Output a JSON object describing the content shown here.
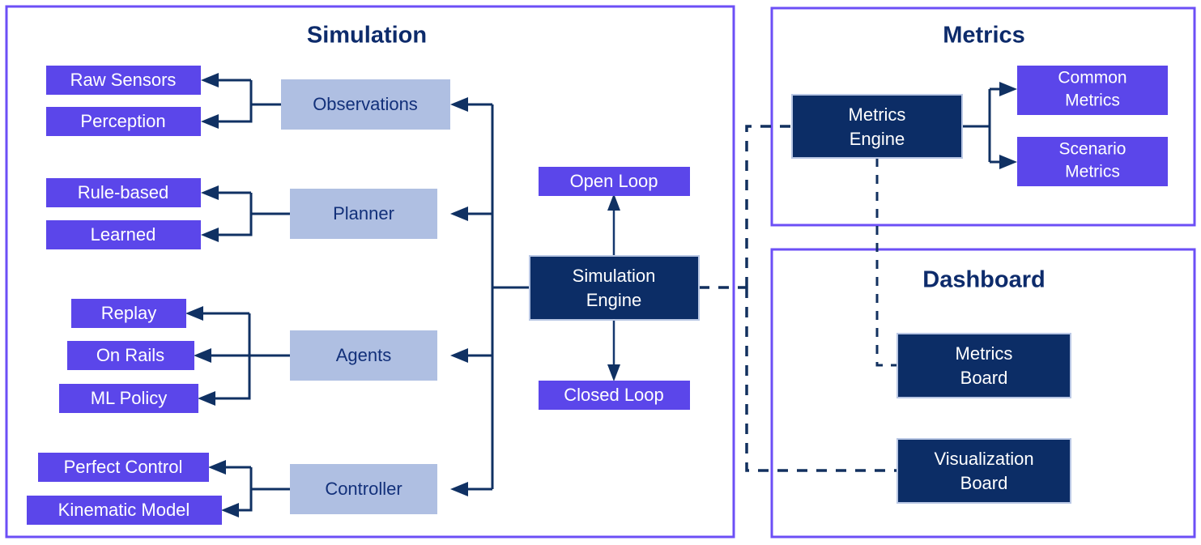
{
  "panels": {
    "simulation": {
      "title": "Simulation"
    },
    "metrics": {
      "title": "Metrics"
    },
    "dashboard": {
      "title": "Dashboard"
    }
  },
  "simulation": {
    "stages": [
      {
        "name": "observations",
        "label": "Observations",
        "options": [
          {
            "name": "raw-sensors",
            "label": "Raw Sensors"
          },
          {
            "name": "perception",
            "label": "Perception"
          }
        ]
      },
      {
        "name": "planner",
        "label": "Planner",
        "options": [
          {
            "name": "rule-based",
            "label": "Rule-based"
          },
          {
            "name": "learned",
            "label": "Learned"
          }
        ]
      },
      {
        "name": "agents",
        "label": "Agents",
        "options": [
          {
            "name": "replay",
            "label": "Replay"
          },
          {
            "name": "on-rails",
            "label": "On Rails"
          },
          {
            "name": "ml-policy",
            "label": "ML Policy"
          }
        ]
      },
      {
        "name": "controller",
        "label": "Controller",
        "options": [
          {
            "name": "perfect-control",
            "label": "Perfect Control"
          },
          {
            "name": "kinematic-model",
            "label": "Kinematic Model"
          }
        ]
      }
    ],
    "engine": {
      "line1": "Simulation",
      "line2": "Engine"
    },
    "open_loop": "Open Loop",
    "closed_loop": "Closed Loop"
  },
  "metrics": {
    "engine": {
      "line1": "Metrics",
      "line2": "Engine"
    },
    "outputs": [
      {
        "name": "common-metrics",
        "line1": "Common",
        "line2": "Metrics"
      },
      {
        "name": "scenario-metrics",
        "line1": "Scenario",
        "line2": "Metrics"
      }
    ]
  },
  "dashboard": {
    "boards": [
      {
        "name": "metrics-board",
        "line1": "Metrics",
        "line2": "Board"
      },
      {
        "name": "visualization-board",
        "line1": "Visualization",
        "line2": "Board"
      }
    ]
  },
  "colors": {
    "panel_border": "#6c4ff6",
    "purple_box": "#5b46ea",
    "navy_box": "#0c2d66",
    "gray_box": "#afbfe2",
    "connector": "#103163",
    "title_text": "#0d2b6b"
  }
}
